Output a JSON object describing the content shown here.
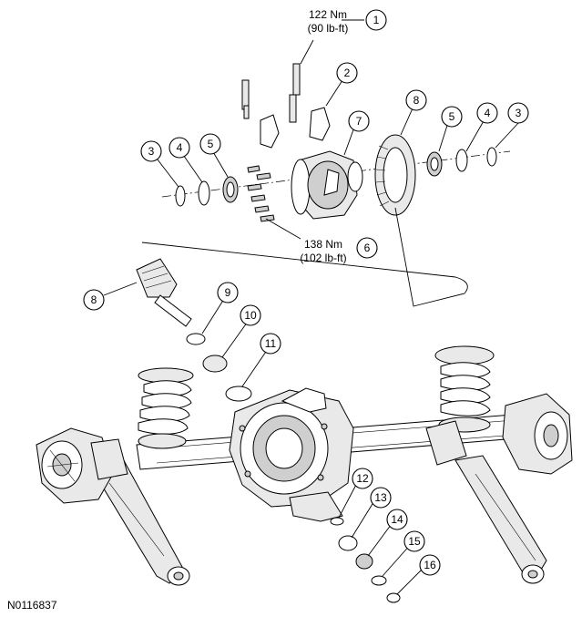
{
  "figure_id": "N0116837",
  "torque_specs": {
    "spec_1": {
      "metric": "122 Nm",
      "imperial": "(90 lb-ft)"
    },
    "spec_6": {
      "metric": "138 Nm",
      "imperial": "(102 lb-ft)"
    }
  },
  "callouts": [
    "1",
    "2",
    "3",
    "4",
    "5",
    "7",
    "8",
    "5",
    "4",
    "3",
    "6",
    "8",
    "9",
    "10",
    "11",
    "12",
    "13",
    "14",
    "15",
    "16"
  ]
}
